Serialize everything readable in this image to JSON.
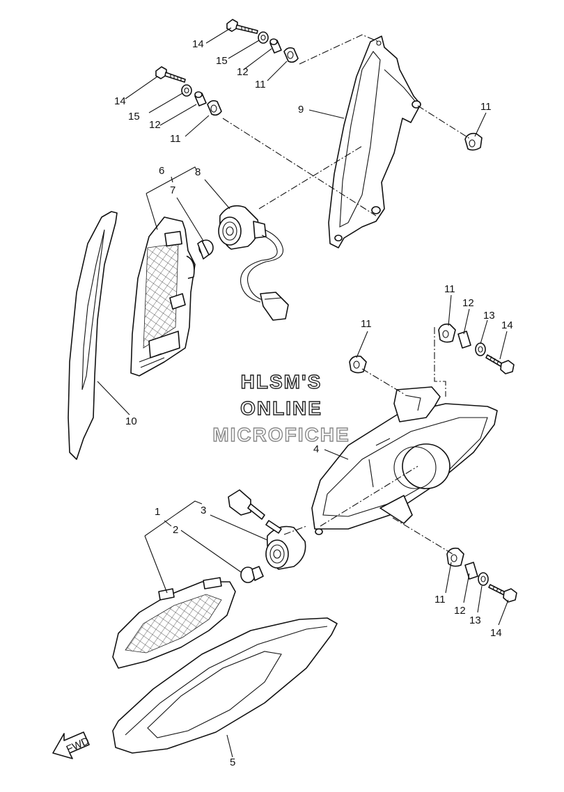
{
  "watermark": {
    "line1": "HLSM'S",
    "line2": "ONLINE",
    "line3": "MICROFICHE"
  },
  "fwd_label": "FWD",
  "callouts": {
    "c1": "1",
    "c2": "2",
    "c3": "3",
    "c4": "4",
    "c5": "5",
    "c6": "6",
    "c7": "7",
    "c8": "8",
    "c9": "9",
    "c10": "10",
    "c11a": "11",
    "c11b": "11",
    "c11c": "11",
    "c11d": "11",
    "c11e": "11",
    "c11f": "11",
    "c12a": "12",
    "c12b": "12",
    "c12c": "12",
    "c12d": "12",
    "c13a": "13",
    "c13b": "13",
    "c14a": "14",
    "c14b": "14",
    "c14c": "14",
    "c14d": "14",
    "c15a": "15",
    "c15b": "15"
  }
}
